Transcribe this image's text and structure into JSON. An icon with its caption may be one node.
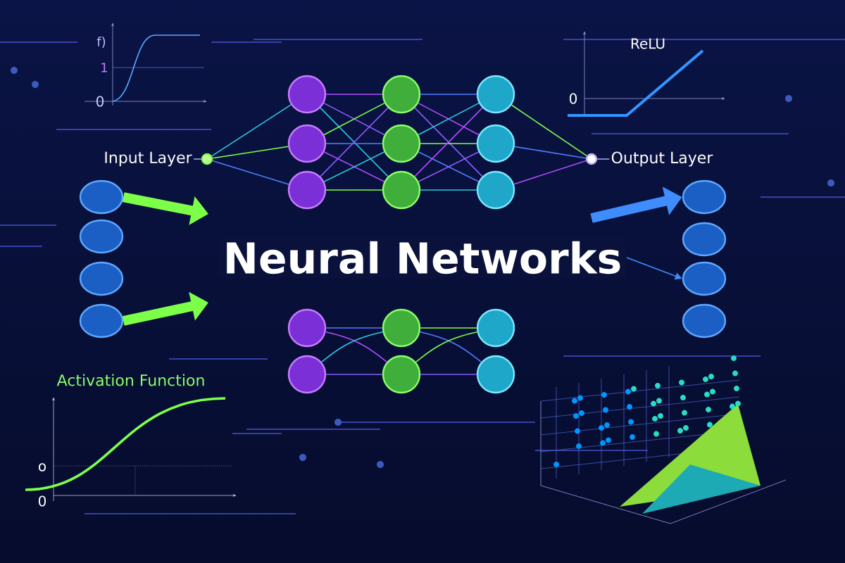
{
  "diagram": {
    "title": "Neural Networks",
    "nodes": [
      {
        "text": [
          "Input Layer"
        ]
      },
      {
        "text": [],
        "shape": "circle"
      },
      {
        "text": [],
        "shape": "ellipse"
      },
      {
        "text": [],
        "shape": "ellipse"
      },
      {
        "text": [],
        "shape": "ellipse"
      },
      {
        "text": [],
        "shape": "ellipse"
      },
      {
        "text": [],
        "shape": "circle"
      },
      {
        "text": [],
        "shape": "circle"
      },
      {
        "text": [],
        "shape": "circle"
      },
      {
        "text": [],
        "shape": "circle"
      },
      {
        "text": [],
        "shape": "circle"
      },
      {
        "text": [],
        "shape": "circle"
      },
      {
        "text": [],
        "shape": "circle"
      },
      {
        "text": [],
        "shape": "circle"
      },
      {
        "text": [],
        "shape": "circle"
      },
      {
        "text": [],
        "shape": "circle"
      },
      {
        "text": [
          "Output Layer"
        ]
      },
      {
        "text": [],
        "shape": "ellipse"
      },
      {
        "text": [],
        "shape": "ellipse"
      },
      {
        "text": [],
        "shape": "ellipse"
      },
      {
        "text": [],
        "shape": "ellipse"
      },
      {
        "text": [],
        "shape": "circle"
      },
      {
        "text": [],
        "shape": "circle"
      },
      {
        "text": [],
        "shape": "circle"
      },
      {
        "text": [],
        "shape": "circle"
      },
      {
        "text": [],
        "shape": "circle"
      },
      {
        "text": [],
        "shape": "circle"
      }
    ],
    "edges": [
      {
        "from": 0,
        "to": 1,
        "arrow": "none",
        "color": "#9aa8e0"
      },
      {
        "from": 1,
        "to": 6,
        "arrow": "none",
        "color": "#2ec9e0"
      },
      {
        "from": 1,
        "to": 7,
        "arrow": "none",
        "color": "#7dff4a"
      },
      {
        "from": 1,
        "to": 8,
        "arrow": "none",
        "color": "#4f7dff"
      },
      {
        "from": 6,
        "to": 9,
        "arrow": "none",
        "color": "#b04dff"
      },
      {
        "from": 6,
        "to": 10,
        "arrow": "none",
        "color": "#8a5cff"
      },
      {
        "from": 6,
        "to": 11,
        "arrow": "none",
        "color": "#2ec9e0"
      },
      {
        "from": 7,
        "to": 9,
        "arrow": "none",
        "color": "#7dff4a"
      },
      {
        "from": 7,
        "to": 10,
        "arrow": "none",
        "color": "#4f7dff"
      },
      {
        "from": 7,
        "to": 11,
        "arrow": "none",
        "color": "#b04dff"
      },
      {
        "from": 8,
        "to": 9,
        "arrow": "none",
        "color": "#8a5cff"
      },
      {
        "from": 8,
        "to": 10,
        "arrow": "none",
        "color": "#2ec9e0"
      },
      {
        "from": 8,
        "to": 11,
        "arrow": "none",
        "color": "#7dff4a"
      },
      {
        "from": 9,
        "to": 12,
        "arrow": "none",
        "color": "#4f7dff"
      },
      {
        "from": 9,
        "to": 13,
        "arrow": "none",
        "color": "#b04dff"
      },
      {
        "from": 9,
        "to": 14,
        "arrow": "none",
        "color": "#8a5cff"
      },
      {
        "from": 10,
        "to": 12,
        "arrow": "none",
        "color": "#2ec9e0"
      },
      {
        "from": 10,
        "to": 13,
        "arrow": "none",
        "color": "#7dff4a"
      },
      {
        "from": 10,
        "to": 14,
        "arrow": "none",
        "color": "#4f7dff"
      },
      {
        "from": 11,
        "to": 12,
        "arrow": "none",
        "color": "#b04dff"
      },
      {
        "from": 11,
        "to": 13,
        "arrow": "none",
        "color": "#8a5cff"
      },
      {
        "from": 11,
        "to": 14,
        "arrow": "none",
        "color": "#2ec9e0"
      },
      {
        "from": 12,
        "to": 15,
        "arrow": "none",
        "color": "#7dff4a"
      },
      {
        "from": 13,
        "to": 15,
        "arrow": "none",
        "color": "#4f7dff"
      },
      {
        "from": 14,
        "to": 15,
        "arrow": "none",
        "color": "#b04dff"
      },
      {
        "from": 15,
        "to": 16,
        "arrow": "none",
        "color": "#9aa8e0"
      },
      {
        "from": 2,
        "to": null,
        "arrow": "to",
        "style": "thick",
        "color": "#7dff4a"
      },
      {
        "from": 5,
        "to": null,
        "arrow": "to",
        "style": "thick",
        "color": "#7dff4a"
      },
      {
        "from": 21,
        "to": 23,
        "arrow": "none",
        "color": "#4f7dff"
      },
      {
        "from": 21,
        "to": 24,
        "arrow": "none",
        "color": "#b04dff"
      },
      {
        "from": 22,
        "to": 23,
        "arrow": "none",
        "color": "#2ec9e0"
      },
      {
        "from": 22,
        "to": 24,
        "arrow": "none",
        "color": "#8a5cff"
      },
      {
        "from": 23,
        "to": 25,
        "arrow": "none",
        "color": "#7dff4a"
      },
      {
        "from": 23,
        "to": 26,
        "arrow": "none",
        "color": "#4f7dff"
      },
      {
        "from": 24,
        "to": 25,
        "arrow": "none",
        "color": "#7dff4a"
      },
      {
        "from": 24,
        "to": 26,
        "arrow": "none",
        "color": "#8a5cff"
      },
      {
        "from": null,
        "to": 17,
        "arrow": "to",
        "style": "thick",
        "color": "#3f8cff"
      },
      {
        "from": null,
        "to": 19,
        "arrow": "to",
        "color": "#3f8cff"
      }
    ],
    "labels": [
      "f)",
      "1",
      "0",
      "ReLU",
      "0",
      "Activation Function",
      "o",
      "0"
    ]
  }
}
